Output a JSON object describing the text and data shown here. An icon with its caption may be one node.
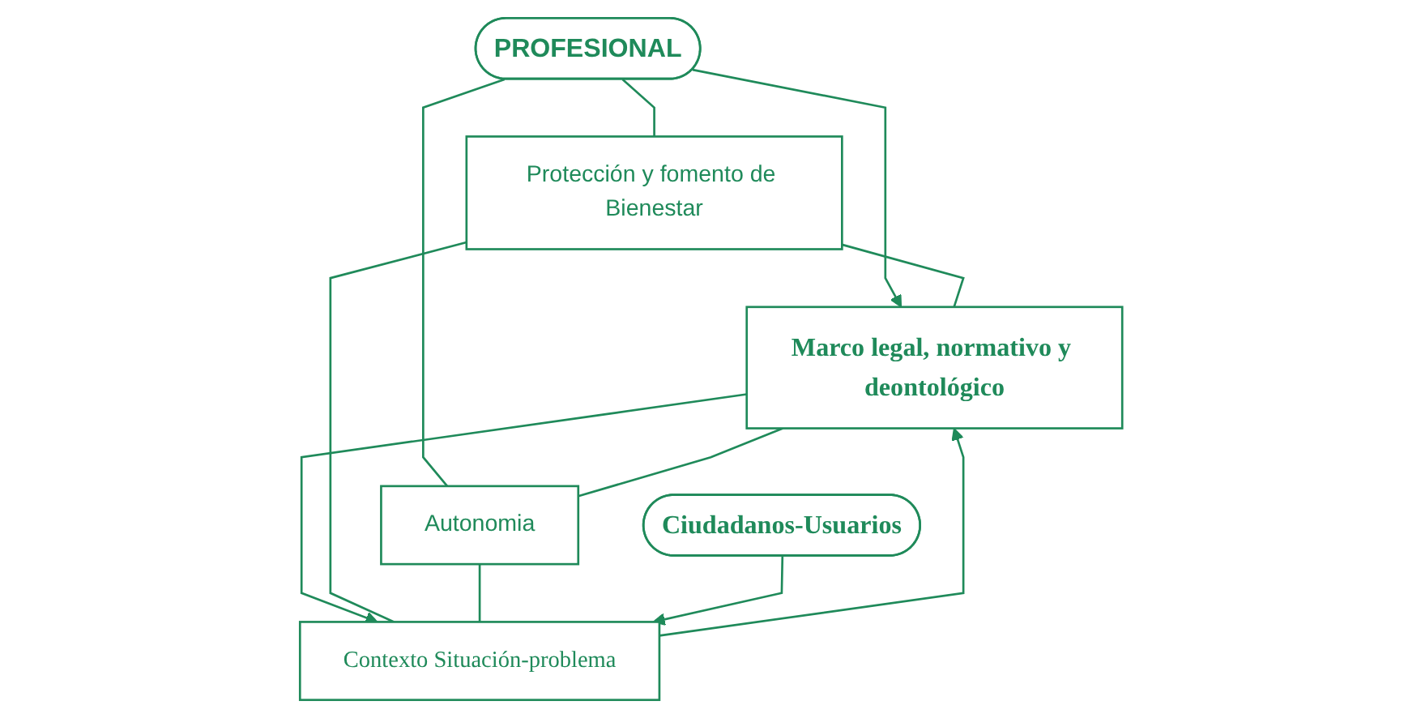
{
  "diagram": {
    "nodes": [
      {
        "text": [
          "PROFESIONAL"
        ]
      },
      {
        "text": [
          "Protección y fomento de Bienestar"
        ]
      },
      {
        "text": [
          "Marco legal, normativo y deontológico"
        ]
      },
      {
        "text": [
          "Autonomia"
        ]
      },
      {
        "text": [
          "Contexto Situación-problema"
        ]
      },
      {
        "text": [
          "Ciudadanos-Usuarios"
        ]
      }
    ],
    "edges": [
      {
        "from": 0,
        "to": 1,
        "arrow": "none"
      },
      {
        "from": 0,
        "to": 2,
        "arrow": "to"
      },
      {
        "from": 0,
        "to": 3,
        "arrow": "none"
      },
      {
        "from": 1,
        "to": 2,
        "arrow": "none"
      },
      {
        "from": 2,
        "to": 3,
        "arrow": "none"
      },
      {
        "from": 2,
        "to": 4,
        "arrow": "to"
      },
      {
        "from": 4,
        "to": 2,
        "arrow": "to"
      },
      {
        "from": 1,
        "to": 4,
        "arrow": "none"
      },
      {
        "from": 3,
        "to": 4,
        "arrow": "none"
      },
      {
        "from": 5,
        "to": 4,
        "arrow": "to"
      }
    ]
  }
}
